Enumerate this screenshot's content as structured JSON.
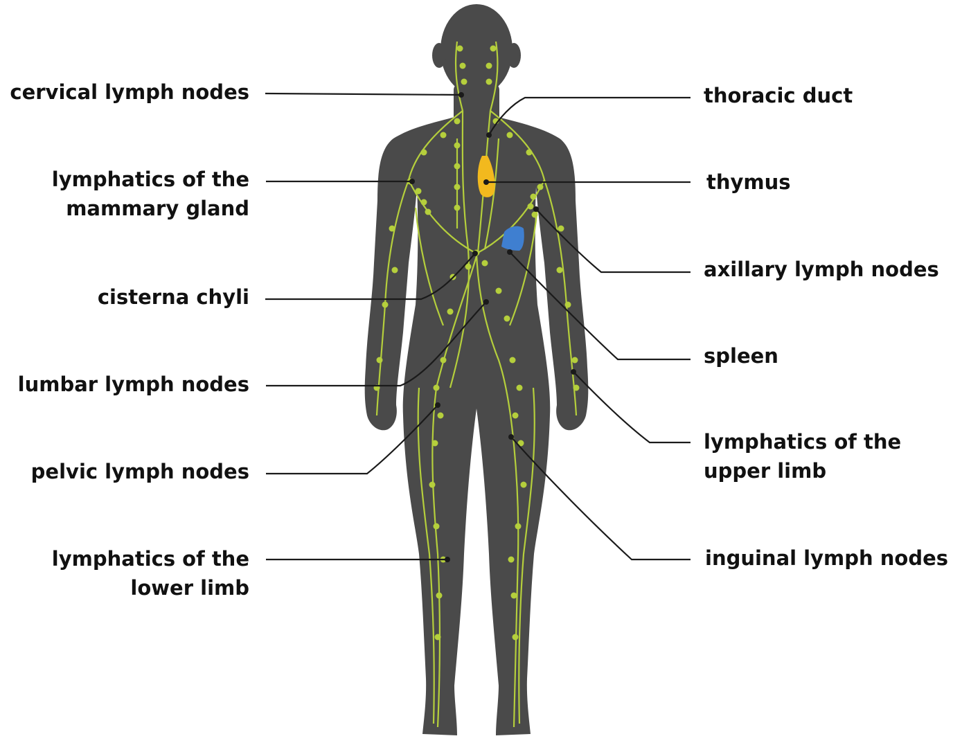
{
  "colors": {
    "body": "#4a4a4a",
    "lymph": "#b5cf3c",
    "thymus": "#f2b91e",
    "spleen": "#3f7fd0",
    "leader": "#1a1a1a",
    "text": "#111111"
  },
  "labels_left": {
    "cervical": [
      "cervical lymph nodes"
    ],
    "mammary": [
      "lymphatics of the",
      "mammary gland"
    ],
    "cisterna": [
      "cisterna chyli"
    ],
    "lumbar": [
      "lumbar lymph nodes"
    ],
    "pelvic": [
      "pelvic lymph nodes"
    ],
    "lower_limb": [
      "lymphatics of the",
      "lower limb"
    ]
  },
  "labels_right": {
    "thoracic": [
      "thoracic duct"
    ],
    "thymus": [
      "thymus"
    ],
    "axillary": [
      "axillary lymph nodes"
    ],
    "spleen": [
      "spleen"
    ],
    "upper_limb": [
      "lymphatics of the",
      "upper limb"
    ],
    "inguinal": [
      "inguinal lymph nodes"
    ]
  }
}
